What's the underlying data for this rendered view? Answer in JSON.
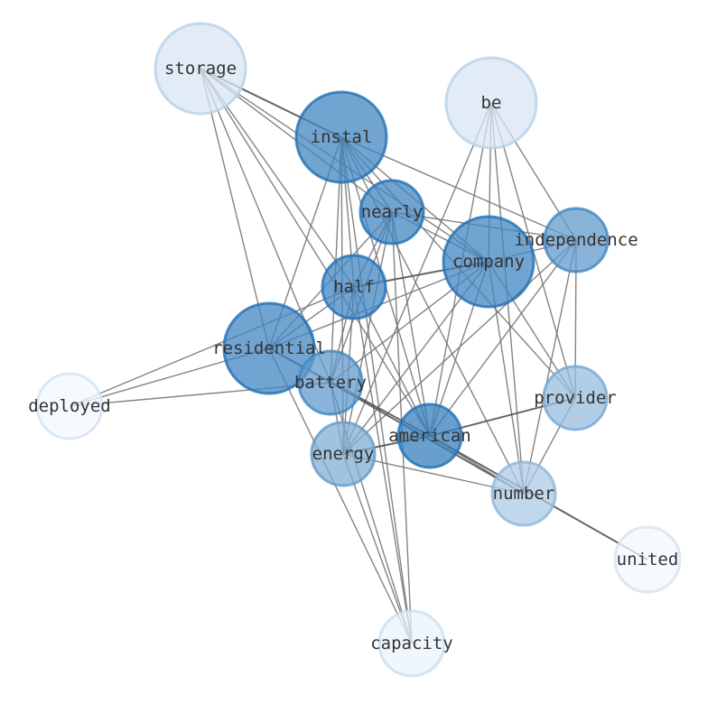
{
  "graph": {
    "nodes": [
      {
        "id": "storage",
        "label": "storage",
        "size": 1.0,
        "shade": 0.15
      },
      {
        "id": "be",
        "label": "be",
        "size": 1.0,
        "shade": 0.15
      },
      {
        "id": "instal",
        "label": "instal",
        "size": 1.0,
        "shade": 0.85
      },
      {
        "id": "nearly",
        "label": "nearly",
        "size": 0.7,
        "shade": 0.85
      },
      {
        "id": "independence",
        "label": "independence",
        "size": 0.7,
        "shade": 0.7
      },
      {
        "id": "company",
        "label": "company",
        "size": 1.0,
        "shade": 0.85
      },
      {
        "id": "half",
        "label": "half",
        "size": 0.7,
        "shade": 0.85
      },
      {
        "id": "residential",
        "label": "residential",
        "size": 1.0,
        "shade": 0.85
      },
      {
        "id": "battery",
        "label": "battery",
        "size": 0.7,
        "shade": 0.7
      },
      {
        "id": "deployed",
        "label": "deployed",
        "size": 0.72,
        "shade": 0.02
      },
      {
        "id": "provider",
        "label": "provider",
        "size": 0.7,
        "shade": 0.45
      },
      {
        "id": "american",
        "label": "american",
        "size": 0.7,
        "shade": 0.9
      },
      {
        "id": "energy",
        "label": "energy",
        "size": 0.7,
        "shade": 0.55
      },
      {
        "id": "number",
        "label": "number",
        "size": 0.7,
        "shade": 0.35
      },
      {
        "id": "united",
        "label": "united",
        "size": 0.72,
        "shade": 0.02
      },
      {
        "id": "capacity",
        "label": "capacity",
        "size": 0.72,
        "shade": 0.06
      }
    ],
    "edges": [
      [
        "storage",
        "instal",
        2
      ],
      [
        "storage",
        "company",
        1
      ],
      [
        "storage",
        "nearly",
        1
      ],
      [
        "storage",
        "residential",
        1
      ],
      [
        "storage",
        "battery",
        1
      ],
      [
        "storage",
        "american",
        1
      ],
      [
        "storage",
        "half",
        1
      ],
      [
        "be",
        "company",
        1
      ],
      [
        "be",
        "american",
        1
      ],
      [
        "be",
        "energy",
        1
      ],
      [
        "be",
        "number",
        1
      ],
      [
        "be",
        "provider",
        1
      ],
      [
        "be",
        "independence",
        1
      ],
      [
        "instal",
        "nearly",
        1
      ],
      [
        "instal",
        "independence",
        1
      ],
      [
        "instal",
        "company",
        1
      ],
      [
        "instal",
        "half",
        1
      ],
      [
        "instal",
        "residential",
        1
      ],
      [
        "instal",
        "battery",
        1
      ],
      [
        "instal",
        "energy",
        1
      ],
      [
        "instal",
        "american",
        1
      ],
      [
        "instal",
        "capacity",
        1
      ],
      [
        "instal",
        "number",
        1
      ],
      [
        "instal",
        "provider",
        1
      ],
      [
        "nearly",
        "independence",
        1
      ],
      [
        "nearly",
        "company",
        1
      ],
      [
        "nearly",
        "half",
        1
      ],
      [
        "nearly",
        "residential",
        1
      ],
      [
        "nearly",
        "battery",
        1
      ],
      [
        "nearly",
        "energy",
        1
      ],
      [
        "nearly",
        "american",
        1
      ],
      [
        "nearly",
        "capacity",
        1
      ],
      [
        "company",
        "independence",
        1
      ],
      [
        "company",
        "half",
        2
      ],
      [
        "company",
        "residential",
        1
      ],
      [
        "company",
        "battery",
        1
      ],
      [
        "company",
        "energy",
        1
      ],
      [
        "company",
        "american",
        1
      ],
      [
        "company",
        "number",
        1
      ],
      [
        "company",
        "provider",
        1
      ],
      [
        "independence",
        "american",
        1
      ],
      [
        "independence",
        "energy",
        1
      ],
      [
        "independence",
        "number",
        1
      ],
      [
        "independence",
        "provider",
        1
      ],
      [
        "half",
        "residential",
        1
      ],
      [
        "half",
        "battery",
        1
      ],
      [
        "half",
        "american",
        1
      ],
      [
        "half",
        "energy",
        1
      ],
      [
        "half",
        "capacity",
        1
      ],
      [
        "residential",
        "deployed",
        1
      ],
      [
        "residential",
        "battery",
        1
      ],
      [
        "residential",
        "american",
        2
      ],
      [
        "residential",
        "capacity",
        1
      ],
      [
        "battery",
        "deployed",
        1
      ],
      [
        "battery",
        "number",
        2
      ],
      [
        "battery",
        "capacity",
        1
      ],
      [
        "battery",
        "energy",
        1
      ],
      [
        "half",
        "deployed",
        1
      ],
      [
        "american",
        "provider",
        2
      ],
      [
        "american",
        "energy",
        2
      ],
      [
        "american",
        "number",
        1
      ],
      [
        "american",
        "united",
        2
      ],
      [
        "energy",
        "number",
        1
      ],
      [
        "energy",
        "capacity",
        1
      ],
      [
        "number",
        "provider",
        1
      ]
    ]
  }
}
